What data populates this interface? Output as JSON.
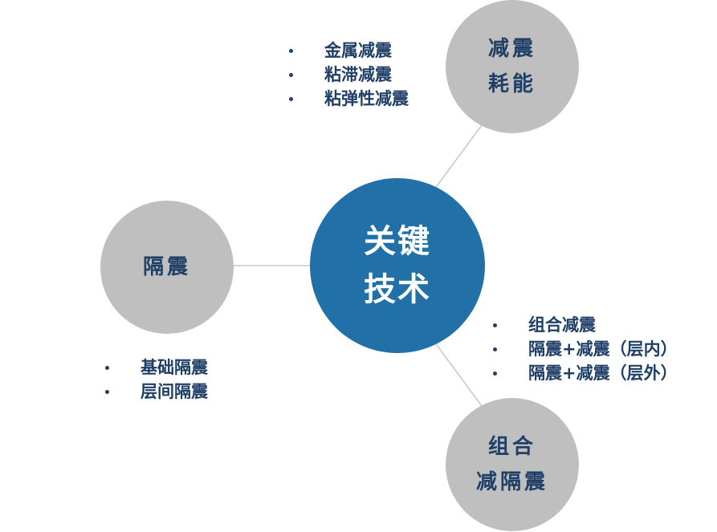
{
  "center": {
    "lines": [
      "关键",
      "技术"
    ],
    "color": "#2170a8"
  },
  "nodes": {
    "top": {
      "lines": [
        "减震",
        "耗能"
      ]
    },
    "left": {
      "lines": [
        "隔震"
      ]
    },
    "bottom": {
      "lines": [
        "组合",
        "减隔震"
      ]
    }
  },
  "lists": {
    "top": [
      "金属减震",
      "粘滞减震",
      "粘弹性减震"
    ],
    "left": [
      "基础隔震",
      "层间隔震"
    ],
    "right": [
      "组合减震",
      "隔震+减震（层内）",
      "隔震+减震（层外）"
    ]
  },
  "colors": {
    "node_fill": "#bfbfbf",
    "text": "#1f3f66",
    "connector": "#c8c8c8"
  }
}
